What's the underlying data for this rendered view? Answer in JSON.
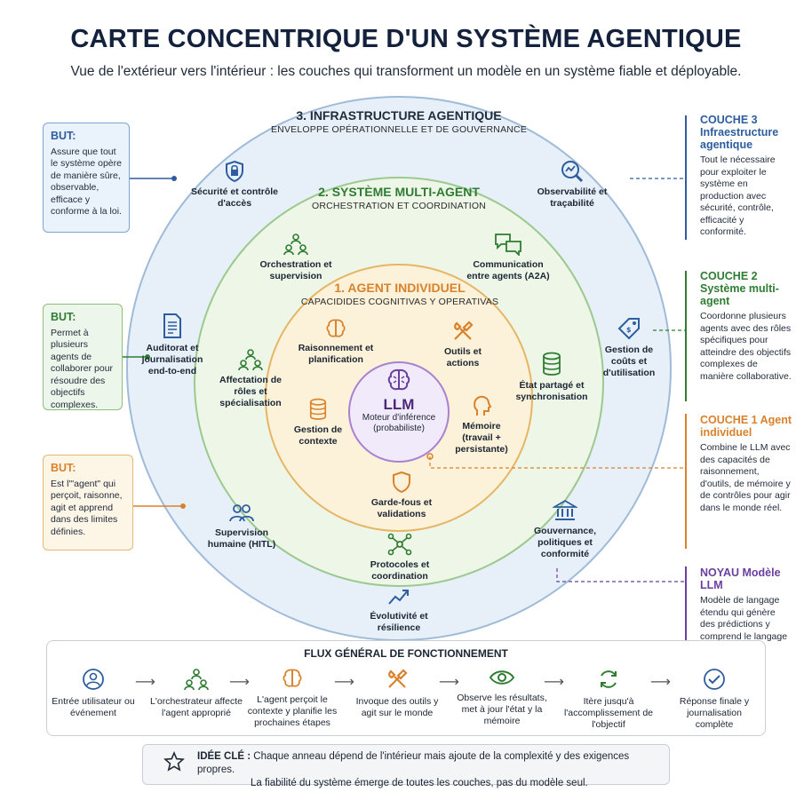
{
  "header": {
    "title": "CARTE CONCENTRIQUE D'UN SYSTÈME AGENTIQUE",
    "subtitle": "Vue de l'extérieur vers l'intérieur : les couches qui transforment un modèle en un système fiable et déployable."
  },
  "rings": {
    "outer": {
      "title": "3. INFRASTRUCTURE AGENTIQUE",
      "subtitle": "ENVELOPPE OPÉRATIONNELLE ET DE GOUVERNANCE",
      "color": "#2d5d9f"
    },
    "middle": {
      "title": "2. SYSTÈME MULTI-AGENT",
      "subtitle": "ORCHESTRATION ET COORDINATION",
      "color": "#2e7d32"
    },
    "inner": {
      "title": "1. AGENT INDIVIDUEL",
      "subtitle": "CAPACIDIDES COGNITIVAS Y OPERATIVAS",
      "color": "#d9822b"
    },
    "core": {
      "title": "LLM",
      "subtitle": "Moteur d'inférence (probabiliste)",
      "color": "#6a3fa0"
    }
  },
  "outer_nodes": {
    "security": "Sécurité et contrôle d'accès",
    "observability": "Observabilité et traçabilité",
    "audit": "Auditorat et journalisation end-to-end",
    "costs": "Gestion de coûts et d'utilisation",
    "supervision": "Supervision humaine (HITL)",
    "governance": "Gouvernance, politiques et conformité",
    "scalability": "Évolutivité et résilience"
  },
  "middle_nodes": {
    "orchestration": "Orchestration et supervision",
    "communication": "Communication entre agents (A2A)",
    "roles": "Affectation de rôles et spécialisation",
    "state": "État partagé et synchronisation",
    "protocols": "Protocoles et coordination"
  },
  "inner_nodes": {
    "reasoning": "Raisonnement et planification",
    "tools": "Outils et actions",
    "context": "Gestion de contexte",
    "memory": "Mémoire (travail + persistante)",
    "guardrails": "Garde-fous et validations"
  },
  "left_boxes": [
    {
      "head": "BUT:",
      "text": "Assure que tout le système opère de manière sûre, observable, efficace y conforme à la loi.",
      "color": "#2d5d9f",
      "bg": "#eaf2fb"
    },
    {
      "head": "BUT:",
      "text": "Permet à plusieurs agents de collaborer pour résoudre des objectifs complexes.",
      "color": "#2e7d32",
      "bg": "#edf6ea"
    },
    {
      "head": "BUT:",
      "text": "Est l'\"agent\" qui perçoit, raisonne, agit et apprend dans des limites définies.",
      "color": "#d9822b",
      "bg": "#fdf5e6"
    }
  ],
  "right_column": [
    {
      "head": "COUCHE 3 Infraestructure agentique",
      "text": "Tout le nécessaire pour exploiter le système en production avec sécurité, contrôle, efficacité y conformité.",
      "color": "#2d5d9f"
    },
    {
      "head": "COUCHE 2 Système multi-agent",
      "text": "Coordonne plusieurs agents avec des rôles spécifiques pour atteindre des objectifs complexes de manière collaborative.",
      "color": "#2e7d32"
    },
    {
      "head": "COUCHE 1 Agent individuel",
      "text": "Combine le LLM avec des capacités de raisonnement, d'outils, de mémoire y de contrôles pour agir dans le monde réel.",
      "color": "#d9822b"
    },
    {
      "head": "NOYAU Modèle LLM",
      "text": "Modèle de langage étendu qui génère des prédictions y comprend le langage naturel.",
      "color": "#6a3fa0"
    }
  ],
  "flow": {
    "title": "FLUX GÉNÉRAL DE FONCTIONNEMENT",
    "steps": [
      {
        "label": "Entrée utilisateur ou événement",
        "icon": "user-icon"
      },
      {
        "label": "L'orchestrateur affecte l'agent approprié",
        "icon": "team-icon"
      },
      {
        "label": "L'agent perçoit le contexte y planifie les prochaines étapes",
        "icon": "brain-icon"
      },
      {
        "label": "Invoque des outils y agit sur le monde",
        "icon": "tools-icon"
      },
      {
        "label": "Observe les résultats, met à jour l'état y la mémoire",
        "icon": "eye-icon"
      },
      {
        "label": "Itère jusqu'à l'accomplissement de l'objectif",
        "icon": "refresh-icon"
      },
      {
        "label": "Réponse finale y journalisation complète",
        "icon": "check-icon"
      }
    ],
    "arrow": "⟶"
  },
  "key_idea": {
    "label": "IDÉE CLÉ :",
    "line1": "Chaque anneau dépend de l'intérieur mais ajoute de la complexité y des exigences propres.",
    "line2": "La fiabilité du système émerge de toutes les couches, pas du modèle seul."
  }
}
